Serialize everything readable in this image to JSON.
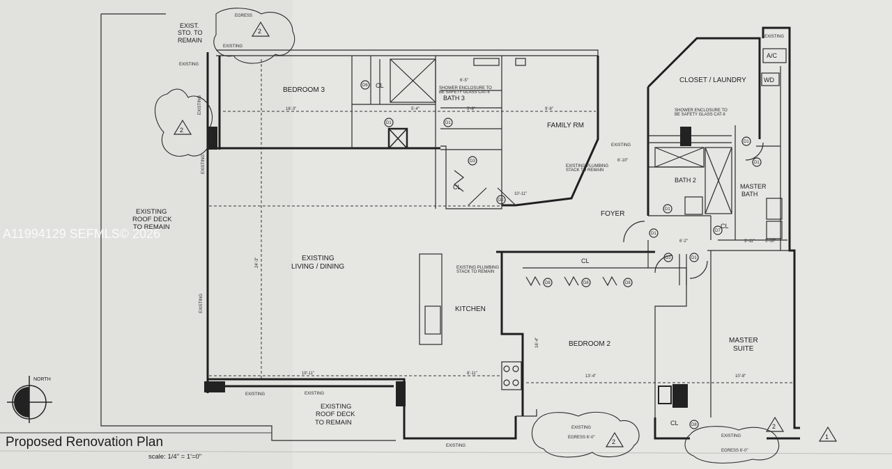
{
  "title": "Proposed Renovation Plan",
  "scale": "scale: 1/4\" = 1'=0\"",
  "watermark": "A11994129  SEFMLS© 2026",
  "north_label": "NORTH",
  "rooms": {
    "exist_sto": [
      "EXIST.",
      "STO. TO",
      "REMAIN"
    ],
    "bedroom3": "BEDROOM 3",
    "bath3": "BATH 3",
    "family_rm": "FAMILY RM",
    "closet_laundry": "CLOSET / LAUNDRY",
    "ac": "A/C",
    "wd": "WD",
    "bath2": "BATH 2",
    "master_bath": [
      "MASTER",
      "BATH"
    ],
    "foyer": "FOYER",
    "roof_deck_left": [
      "EXISTING",
      "ROOF DECK",
      "TO REMAIN"
    ],
    "living_dining": [
      "EXISTING",
      "LIVING / DINING"
    ],
    "kitchen": "KITCHEN",
    "bedroom2": "BEDROOM 2",
    "master_suite": [
      "MASTER",
      "SUITE"
    ],
    "roof_deck_bottom": [
      "EXISTING",
      "ROOF DECK",
      "TO REMAIN"
    ],
    "cl": "CL"
  },
  "notes": {
    "existing": "EXISTING",
    "egress": "EGRESS",
    "egress_dim": "EGRESS 6'-0\"",
    "shower_note": [
      "SHOWER ENCLOSURE TO",
      "BE SAFETY GLASS CAT-II"
    ],
    "plumbing_note": [
      "EXISTING PLUMBING",
      "STACK TO REMAIN"
    ]
  },
  "markers": {
    "elev2": "2",
    "elev1": "1",
    "door_d1": "D1",
    "door_d2": "D2",
    "door_d3": "D3",
    "door_d5": "D5",
    "door_d6": "D6",
    "door_d7": "D7",
    "door_d8": "D8"
  },
  "dims": {
    "d1": "16'-3\"",
    "d2": "5'-4\"",
    "d3": "5'-8\"",
    "d4": "6'-5\"",
    "d5": "9'-8\"",
    "d6": "24'-3\"",
    "d7": "19'-11\"",
    "d8": "8'-11\"",
    "d9": "13'-4\"",
    "d10": "10'-8\"",
    "d11": "16'-4\"",
    "d12": "10'-11\"",
    "d13": "6'-10\"",
    "d14": "6'-2\"",
    "d15": "3'-11\"",
    "d16": "5'-10\""
  }
}
